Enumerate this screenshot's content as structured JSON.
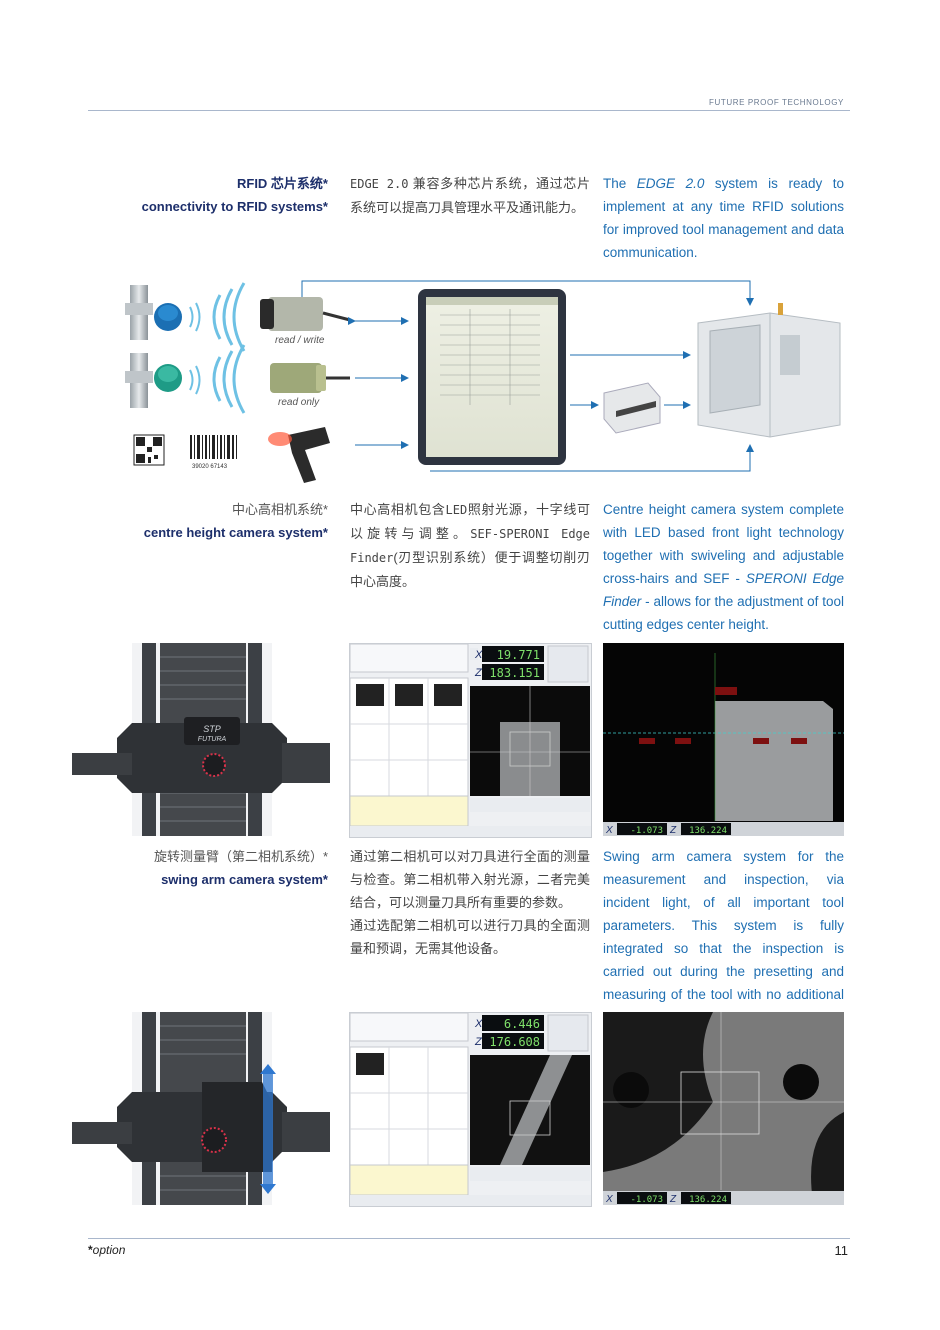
{
  "header": {
    "title": "FUTURE PROOF TECHNOLOGY"
  },
  "rfid": {
    "label_zh": "RFID 芯片系统*",
    "label_en": "connectivity to RFID systems*",
    "cn_parts": [
      "EDGE 2.0",
      " 兼容多种芯片系统，通过芯片系统可以提高刀具管理水平及通讯能力。"
    ],
    "en_parts": [
      "The ",
      "EDGE 2.0",
      " system is ready to implement at any time RFID solutions for improved tool management and data communication."
    ],
    "read_write": "read / write",
    "read_only": "read only",
    "barcode_digits": "39020 67143"
  },
  "centre": {
    "label_zh": "中心高相机系统*",
    "label_en": "centre height camera system*",
    "cn_parts": [
      "中心高相机包含",
      "LED",
      "照射光源，十字线可以旋转与调整。",
      "SEF-SPERONI Edge Finder",
      "(刃型识别系统）便于调整切削刃中心高度。"
    ],
    "en_parts": [
      "Centre height camera system complete with LED based front light technology together with swiveling and adjustable cross-hairs and SEF - ",
      "SPERONI Edge Finder",
      " - allows for the adjustment of tool cutting edges center height."
    ],
    "brand_1": "STP",
    "brand_2": "FUTURA",
    "lcd_x": "19.771",
    "lcd_z": "183.151",
    "lcd_x2": "-1.073",
    "lcd_z2": "136.224",
    "axis_x": "X",
    "axis_z": "Z"
  },
  "swing": {
    "label_zh": "旋转测量臂（第二相机系统）*",
    "label_en": "swing arm camera system*",
    "cn_parts": [
      "通过第二相机可以对刀具进行全面的测量与检查。第二相机带入射光源，二者完美结合，可以测量刀具所有重要的参数。",
      "通过选配第二相机可以进行刀具的全面测量和预调，无需其他设备。"
    ],
    "en": "Swing arm camera system for the measurement and inspection, via incident light, of all important tool parameters. This system is fully integrated so that the inspection is carried out during the presetting and measuring of the tool with no additional setup.",
    "lcd_x": "6.446",
    "lcd_z": "176.608",
    "lcd_x2": "-1.073",
    "lcd_z2": "136.224"
  },
  "footer": {
    "option_star": "*",
    "option_text": "option",
    "page_number": "11"
  },
  "colors": {
    "navy": "#1d2f6b",
    "accent_blue": "#1f6fb2",
    "rule": "#a9b7cc",
    "lcd_green": "#7fe06a"
  }
}
